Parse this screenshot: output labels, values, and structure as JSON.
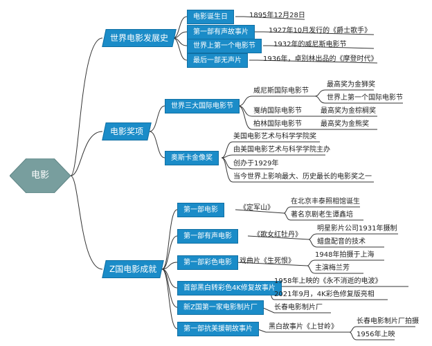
{
  "root": "电影",
  "branches": {
    "history": {
      "label": "世界电影发展史",
      "items": [
        {
          "label": "电影诞生日",
          "detail": "1895年12月28日"
        },
        {
          "label": "第一部有声故事片",
          "detail": "1927年10月发行的《爵士歌手》"
        },
        {
          "label": "世界上第一个电影节",
          "detail": "1932年的威尼斯电影节"
        },
        {
          "label": "最后一部无声片",
          "detail": "1936年，卓别林出品的《摩登时代》"
        }
      ]
    },
    "awards": {
      "label": "电影奖项",
      "festivals": {
        "label": "世界三大国际电影节",
        "items": [
          {
            "label": "威尼斯国际电影节",
            "details": [
              "最高奖为金狮奖",
              "世界上第一个国际电影节"
            ]
          },
          {
            "label": "戛纳国际电影节",
            "details": [
              "最高奖为金棕榈奖"
            ]
          },
          {
            "label": "柏林国际电影节",
            "details": [
              "最高奖为金熊奖"
            ]
          }
        ]
      },
      "oscar": {
        "label": "奥斯卡金像奖",
        "details": [
          "美国电影艺术与科学学院奖",
          "由美国电影艺术与科学学院主办",
          "创办于1929年",
          "当今世界上影响最大、历史最长的电影奖之一"
        ]
      }
    },
    "china": {
      "label": "Z国电影成就",
      "items": [
        {
          "label": "第一部电影",
          "film": "《定军山》",
          "details": [
            "在北京丰泰照相馆诞生",
            "著名京剧老生谭鑫培"
          ]
        },
        {
          "label": "第一部有声电影",
          "film": "《歌女红牡丹》",
          "details": [
            "明星影片公司1931年摄制",
            "蜡盘配音的技术"
          ]
        },
        {
          "label": "第一部彩色电影",
          "film": "戏曲片《生死恨》",
          "details": [
            "1948年拍摄于上海",
            "主演梅兰芳"
          ]
        },
        {
          "label": "首部黑白转彩色4K修复故事片",
          "details": [
            "1958年上映的《永不消逝的电波》",
            "2021年9月，4K彩色修复版亮相"
          ]
        },
        {
          "label": "新Z国第一家电影制片厂",
          "details": [
            "长春电影制片厂"
          ]
        },
        {
          "label": "第一部抗美援朝故事片",
          "film": "黑白故事片《上甘岭》",
          "details": [
            "长春电影制片厂拍摄",
            "1956年上映"
          ]
        }
      ]
    }
  },
  "colors": {
    "node_fill": "#1b8cc8",
    "node_border": "#0f6fa3",
    "root_fill": "#789e9e",
    "line": "#333333"
  }
}
